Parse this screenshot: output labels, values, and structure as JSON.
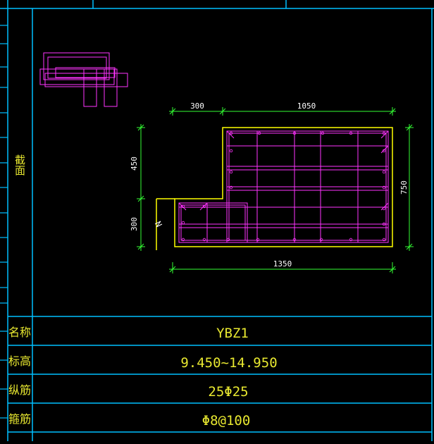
{
  "colors": {
    "background": "#000000",
    "frame": "#00bfff",
    "section_outline": "#ffff00",
    "rebar": "#ff33ff",
    "dimension": "#33ff33",
    "label_text": "#ffff33",
    "value_text": "#ffffcc"
  },
  "header": {
    "cell_left": "",
    "cell_right": ""
  },
  "section_label": "截面",
  "dimensions": {
    "top_left": "300",
    "top_right": "1050",
    "left_upper": "450",
    "left_lower": "300",
    "right": "750",
    "bottom": "1350"
  },
  "table": {
    "rows": [
      {
        "label": "名称",
        "value": "YBZ1"
      },
      {
        "label": "标高",
        "value": "9.450~14.950"
      },
      {
        "label": "纵筋",
        "value": "25Φ25"
      },
      {
        "label": "箍筋",
        "value": "Φ8@100"
      }
    ]
  }
}
